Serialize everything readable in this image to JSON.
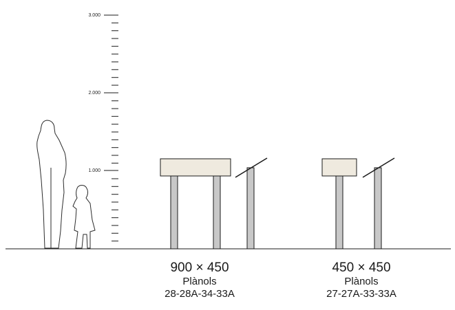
{
  "scale": {
    "ticks": [
      {
        "label": "3.000",
        "value": 3000
      },
      {
        "label": "2.000",
        "value": 2000
      },
      {
        "label": "1.000",
        "value": 1000
      }
    ]
  },
  "signs": [
    {
      "size_label": "900 × 450",
      "plans_label": "Plànols",
      "plans_code": "28-28A-34-33A"
    },
    {
      "size_label": "450 × 450",
      "plans_label": "Plànols",
      "plans_code": "27-27A-33-33A"
    }
  ],
  "colors": {
    "panel_fill": "#efeadf",
    "post_fill": "#c8c8c8",
    "line": "#1a1a1a"
  }
}
